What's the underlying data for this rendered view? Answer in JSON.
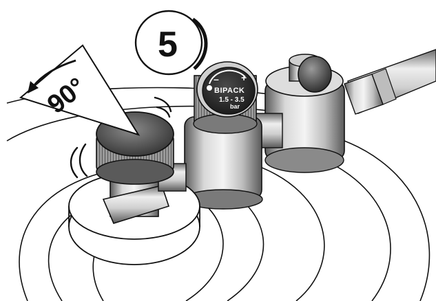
{
  "step": {
    "number": "5"
  },
  "rotation": {
    "label": "90°",
    "arrow_direction": "counter-clockwise"
  },
  "gauge": {
    "brand": "BIPACK",
    "range": "1.5 - 3.5",
    "unit": "bar",
    "plus_sign": "+",
    "minus_sign": "–"
  },
  "icons": {
    "rotation_arrow": "curved-arrow-icon",
    "motion_marks": "motion-lines-icon"
  },
  "colors": {
    "ink": "#111111",
    "metal_light": "#e6e6e6",
    "metal_dark": "#5a5a5a",
    "knob": "#4a4a4a",
    "gauge_face": "#2a2a2a"
  }
}
